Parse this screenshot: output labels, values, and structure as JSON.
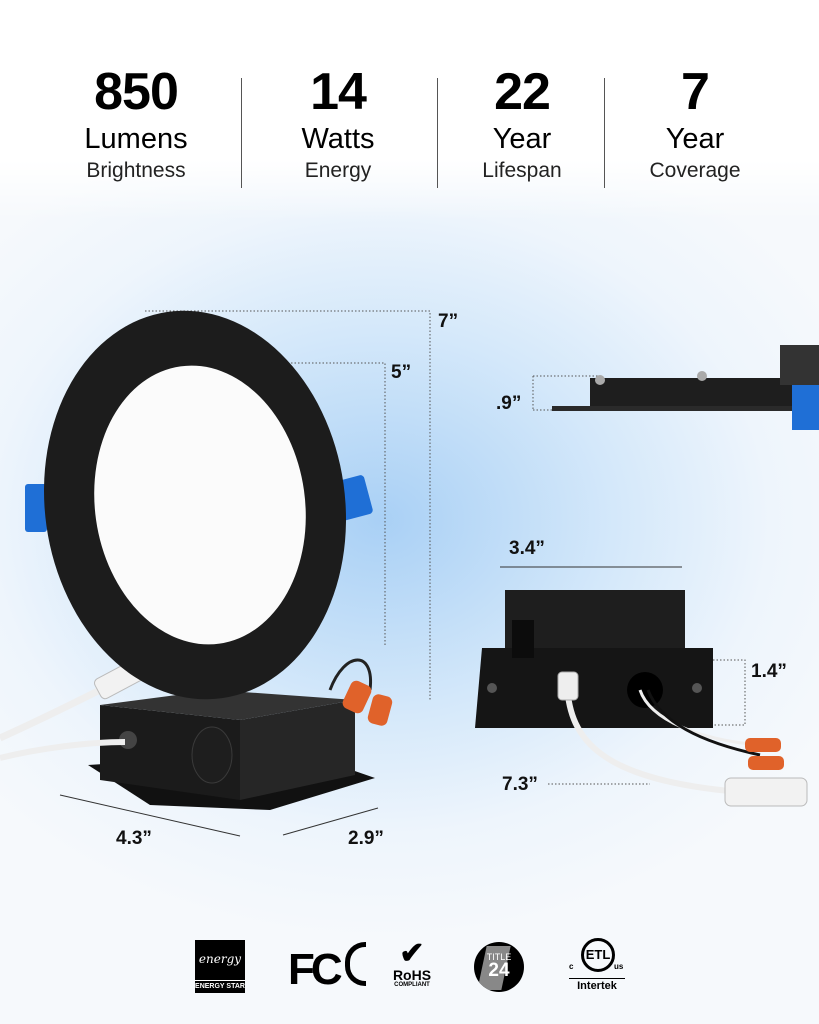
{
  "stats": [
    {
      "value": "850",
      "unit": "Lumens",
      "label": "Brightness"
    },
    {
      "value": "14",
      "unit": "Watts",
      "label": "Energy"
    },
    {
      "value": "22",
      "unit": "Year",
      "label": "Lifespan"
    },
    {
      "value": "7",
      "unit": "Year",
      "label": "Coverage"
    }
  ],
  "dimensions": {
    "outer_diameter": "7”",
    "inner_diameter": "5”",
    "thickness": ".9”",
    "box_width": "3.4”",
    "box_height": "1.4”",
    "cable_length": "7.3”",
    "box_length": "4.3”",
    "box_depth": "2.9”"
  },
  "certifications": {
    "energy_star": "ENERGY STAR",
    "energy_script": "energy",
    "fcc": "FC",
    "rohs": "RoHS",
    "rohs_sub": "COMPLIANT",
    "title24_top": "TITLE",
    "title24_num": "24",
    "etl_c": "c",
    "etl_us": "us",
    "etl_brand": "Intertek"
  },
  "colors": {
    "clip_blue": "#1f6fd6",
    "connector_orange": "#e0622a",
    "body_black": "#1c1c1c"
  }
}
